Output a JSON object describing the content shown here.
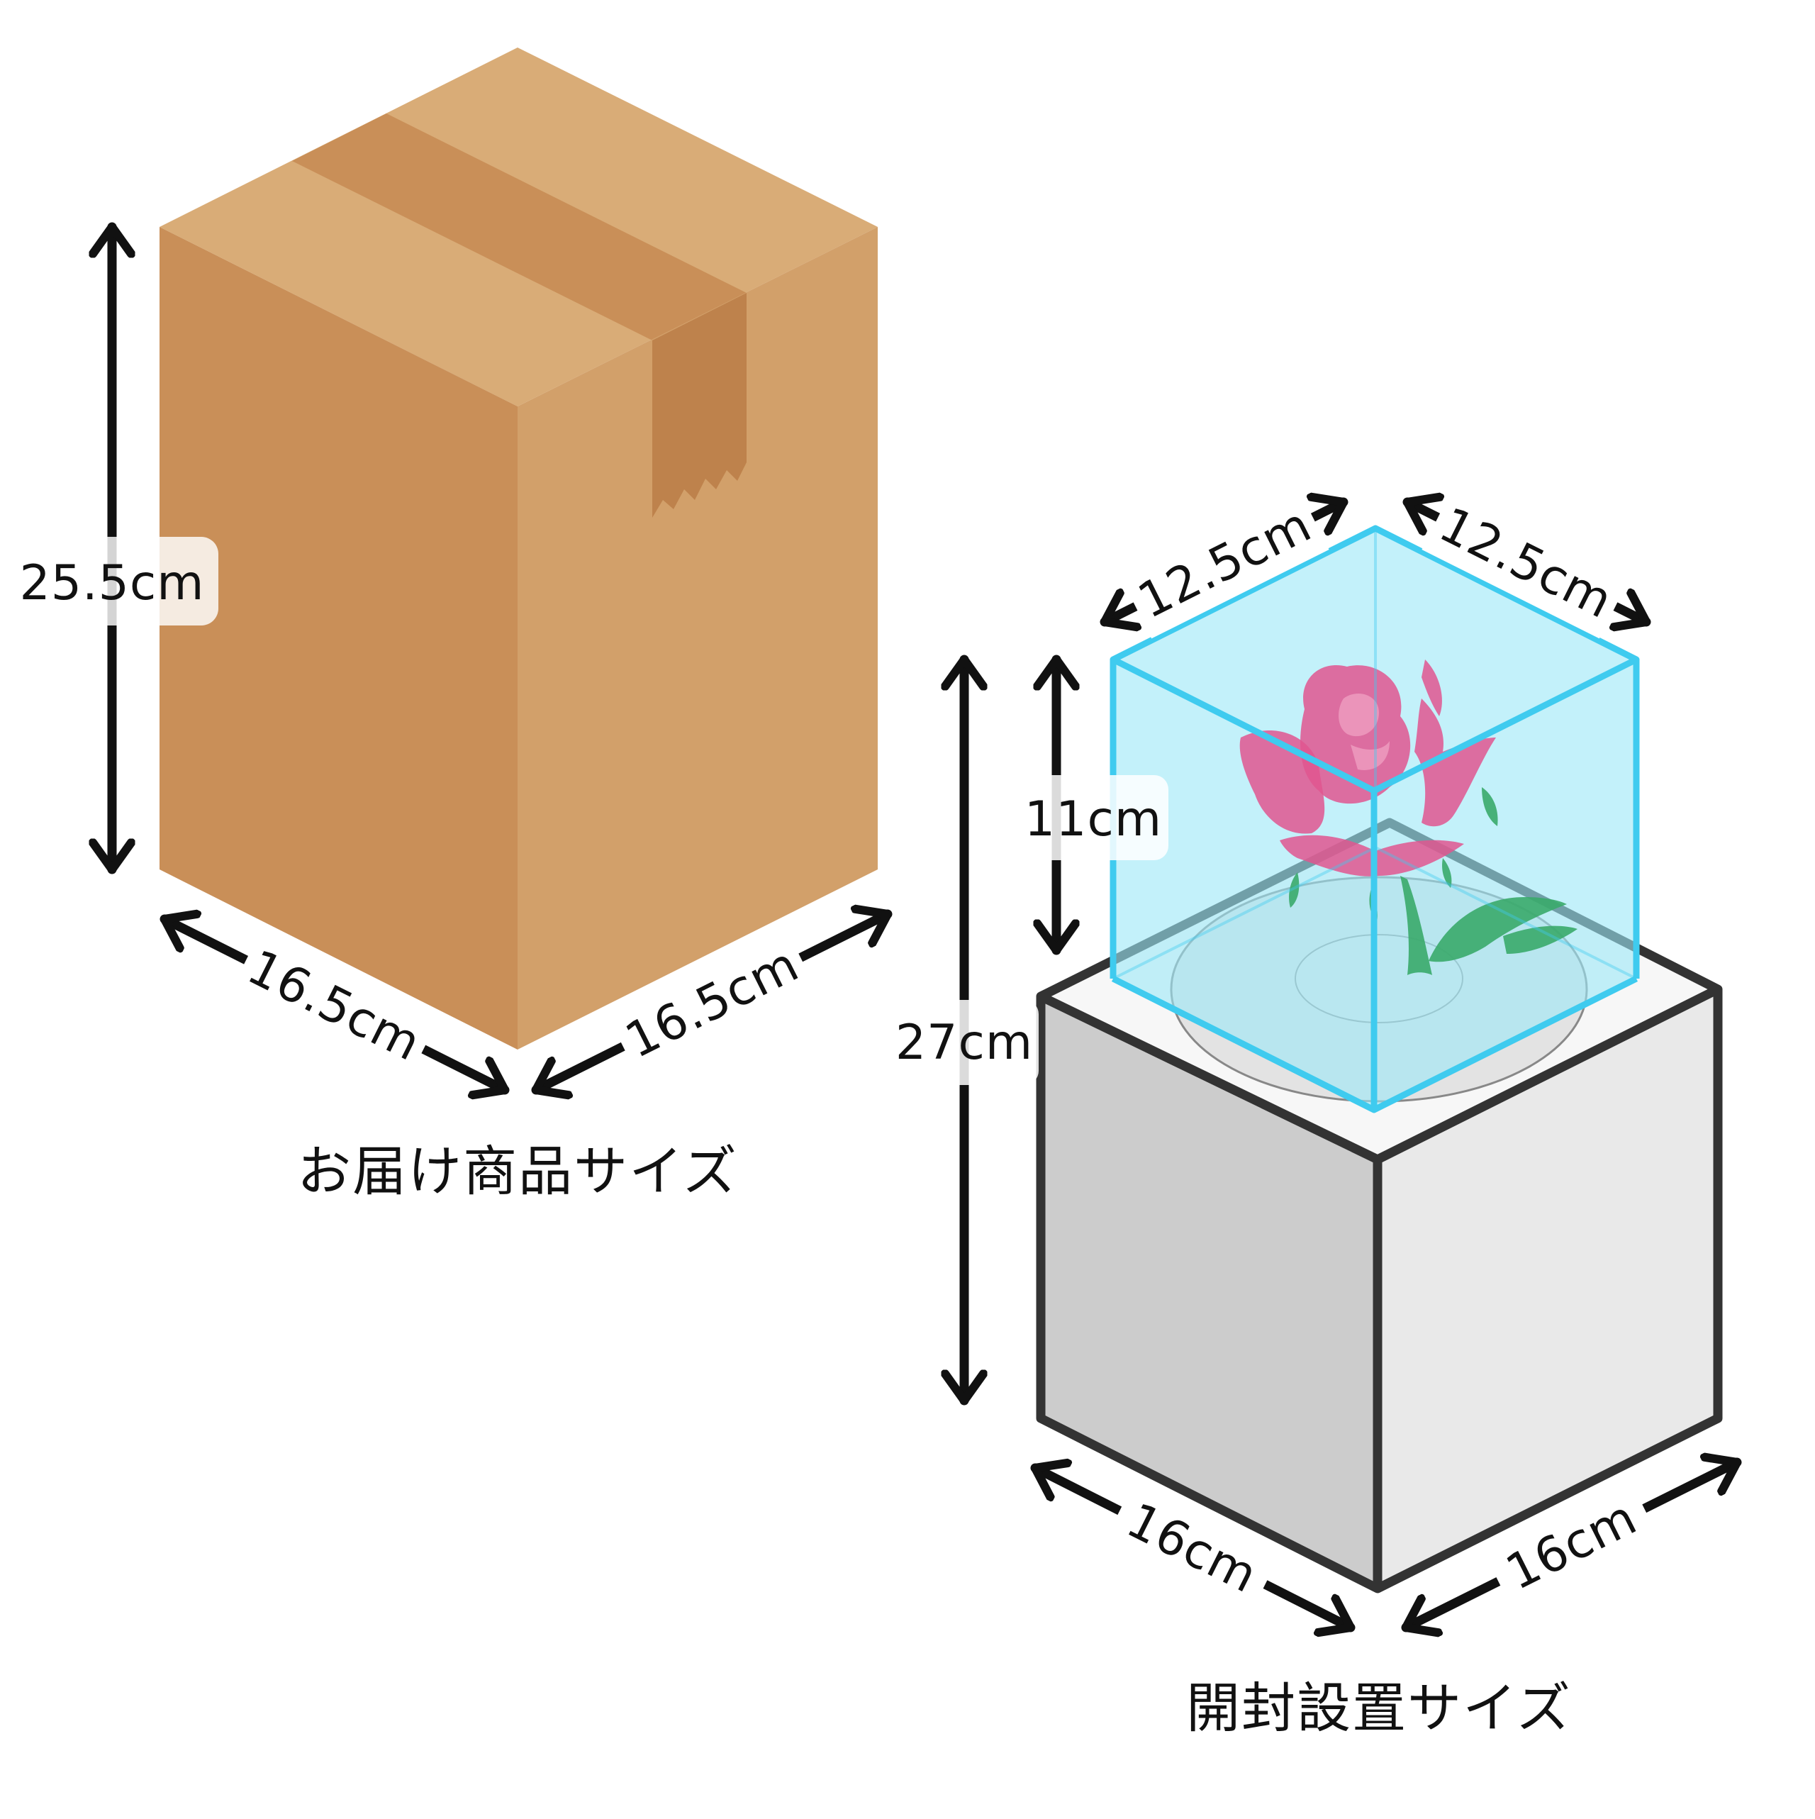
{
  "shipping_box": {
    "height_label": "25.5cm",
    "depth_left_label": "16.5cm",
    "depth_right_label": "16.5cm",
    "caption": "お届け商品サイズ",
    "colors": {
      "top": "#D9AC77",
      "tape_top": "#C98F58",
      "left": "#C98F58",
      "right": "#D2A06A",
      "tape_flap": "#BE824C"
    }
  },
  "display_unit": {
    "total_height_label": "27cm",
    "case_height_label": "11cm",
    "case_width_left_label": "12.5cm",
    "case_width_right_label": "12.5cm",
    "base_width_left_label": "16cm",
    "base_width_right_label": "16cm",
    "caption": "開封設置サイズ",
    "colors": {
      "glass_fill": "#9BE7F7",
      "glass_edge": "#3FCBEF",
      "base_left": "#CCCCCC",
      "base_right": "#E9E9E9",
      "base_top": "#F7F7F7",
      "base_outline": "#333333",
      "petal": "#E0568F",
      "leaf": "#3AAA6A"
    },
    "content_icon": "rose-icon"
  }
}
